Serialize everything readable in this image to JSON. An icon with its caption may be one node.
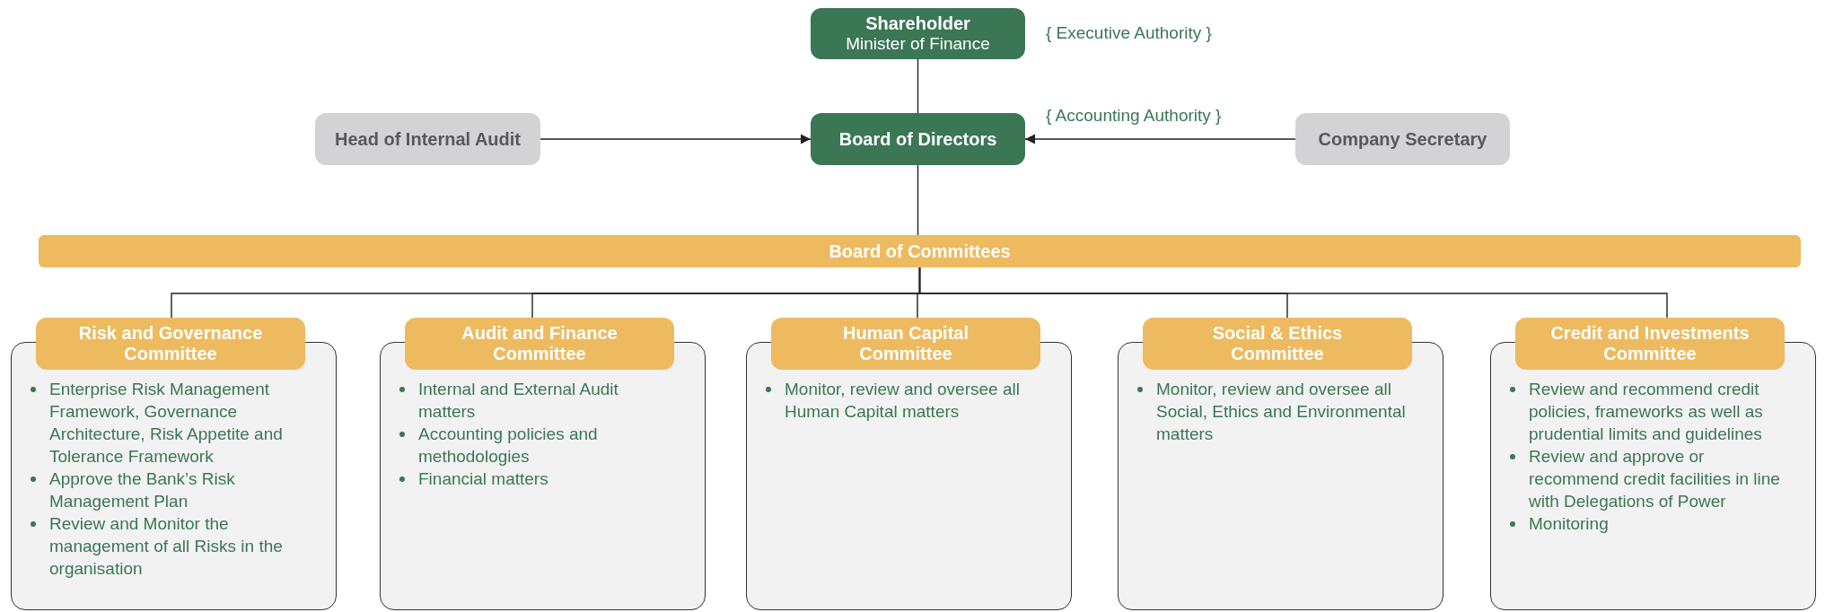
{
  "diagram": {
    "nodes": [
      {
        "text": [
          "Shareholder",
          "Minister of Finance"
        ],
        "beside": [
          "{ Executive Authority }"
        ]
      },
      {
        "text": [
          "Head of Internal Audit"
        ]
      },
      {
        "text": [
          "Board of Directors"
        ],
        "beside": [
          "{ Accounting Authority }"
        ]
      },
      {
        "text": [
          "Company Secretary"
        ]
      },
      {
        "text": [
          "Board of Committees"
        ]
      },
      {
        "text": [
          "Risk and Governance Committee",
          "Enterprise Risk Management Framework, Governance Architecture, Risk Appetite and Tolerance Framework",
          "Approve the Bank’s Risk Management Plan",
          "Review and Monitor the management of all Risks in the organisation"
        ]
      },
      {
        "text": [
          "Audit and Finance Committee",
          "Internal and External Audit matters",
          "Accounting policies and methodologies",
          "Financial matters"
        ]
      },
      {
        "text": [
          "Human Capital Committee",
          "Monitor, review and oversee all Human Capital matters"
        ]
      },
      {
        "text": [
          "Social & Ethics Committee",
          "Monitor, review and oversee all Social, Ethics and Environmental matters"
        ]
      },
      {
        "text": [
          "Credit and Investments Committee",
          "Review and recommend credit policies, frameworks as well as prudential limits and guidelines",
          "Review and approve or recommend credit facilities in line with Delegations of Power",
          "Monitoring"
        ]
      }
    ],
    "edges": [
      {
        "from": 0,
        "to": 2,
        "arrow": "none"
      },
      {
        "from": 1,
        "to": 2,
        "arrow": "to"
      },
      {
        "from": 3,
        "to": 2,
        "arrow": "to"
      },
      {
        "from": 2,
        "to": 4,
        "arrow": "none"
      },
      {
        "from": 4,
        "to": 5,
        "arrow": "none"
      },
      {
        "from": 4,
        "to": 6,
        "arrow": "none"
      },
      {
        "from": 4,
        "to": 7,
        "arrow": "none"
      },
      {
        "from": 4,
        "to": 8,
        "arrow": "none"
      },
      {
        "from": 4,
        "to": 9,
        "arrow": "none"
      }
    ]
  }
}
